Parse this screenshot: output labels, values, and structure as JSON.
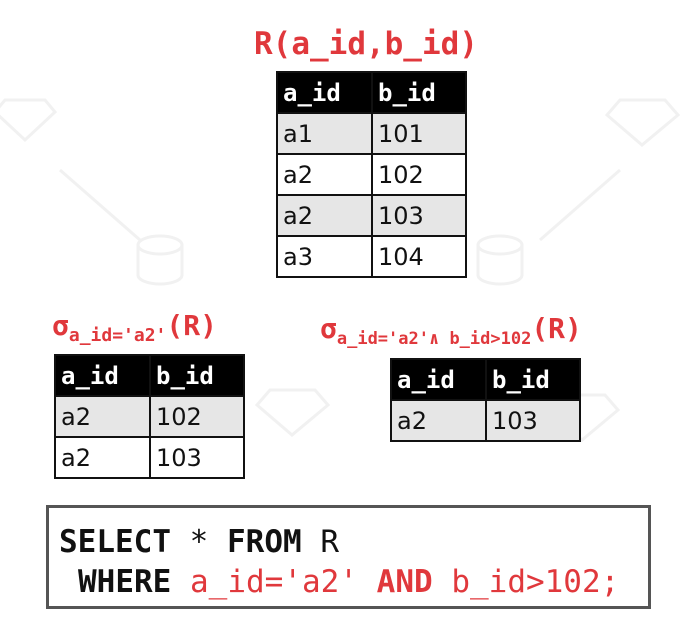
{
  "top": {
    "title": "R(a_id,b_id)",
    "headers": [
      "a_id",
      "b_id"
    ],
    "rows": [
      [
        "a1",
        "101"
      ],
      [
        "a2",
        "102"
      ],
      [
        "a2",
        "103"
      ],
      [
        "a3",
        "104"
      ]
    ]
  },
  "left": {
    "sigma": "σ",
    "condition": "a_id='a2'",
    "arg": "(R)",
    "headers": [
      "a_id",
      "b_id"
    ],
    "rows": [
      [
        "a2",
        "102"
      ],
      [
        "a2",
        "103"
      ]
    ]
  },
  "right": {
    "sigma": "σ",
    "condition": "a_id='a2'∧ b_id>102",
    "arg": "(R)",
    "headers": [
      "a_id",
      "b_id"
    ],
    "rows": [
      [
        "a2",
        "103"
      ]
    ]
  },
  "sql": {
    "select": "SELECT",
    "star": "*",
    "from": "FROM",
    "table": "R",
    "where": "WHERE",
    "cond1": "a_id='a2'",
    "and": "AND",
    "cond2": "b_id>102;"
  }
}
